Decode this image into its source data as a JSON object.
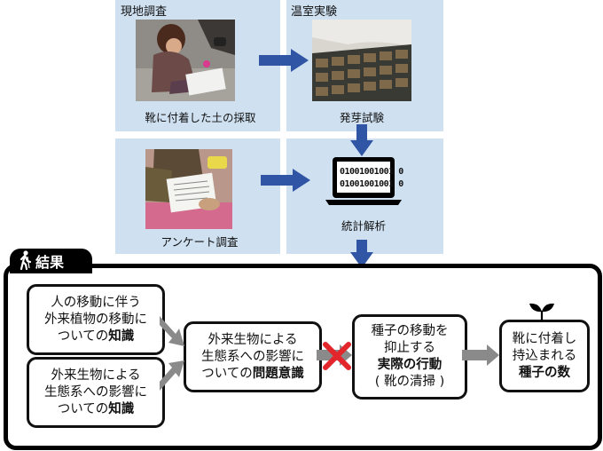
{
  "fieldwork": {
    "title": "現地調査",
    "caption": "靴に付着した土の採取"
  },
  "greenhouse": {
    "title": "温室実験",
    "caption": "発芽試験"
  },
  "survey": {
    "caption": "アンケート調査"
  },
  "analysis": {
    "caption": "統計解析",
    "screen_line1": "01001001001 0",
    "screen_line2": "01001001001 0"
  },
  "results": {
    "label": "結果",
    "box1": {
      "line1": "人の移動に伴う",
      "line2": "外来植物の移動に",
      "line3_pre": "ついての",
      "line3_bold": "知識"
    },
    "box2": {
      "line1": "外来生物による",
      "line2": "生態系への影響に",
      "line3_pre": "ついての",
      "line3_bold": "知識"
    },
    "box3": {
      "line1": "外来生物による",
      "line2": "生態系への影響に",
      "line3_pre": "ついての",
      "line3_bold": "問題意識"
    },
    "box4": {
      "line1": "種子の移動を",
      "line2": "抑止する",
      "line3_bold": "実際の行動",
      "line4": "( 靴の清掃 )"
    },
    "box5": {
      "line1": "靴に付着し",
      "line2": "持込まれる",
      "line3_bold": "種子の数"
    }
  },
  "colors": {
    "panel": "#cfe0f1",
    "arrow_blue": "#2f55a4",
    "arrow_gray": "#8a8a8a",
    "cross_red": "#e3262b"
  },
  "icons": [
    "laptop-icon",
    "hiker-icon",
    "sprout-icon",
    "red-cross-icon"
  ]
}
